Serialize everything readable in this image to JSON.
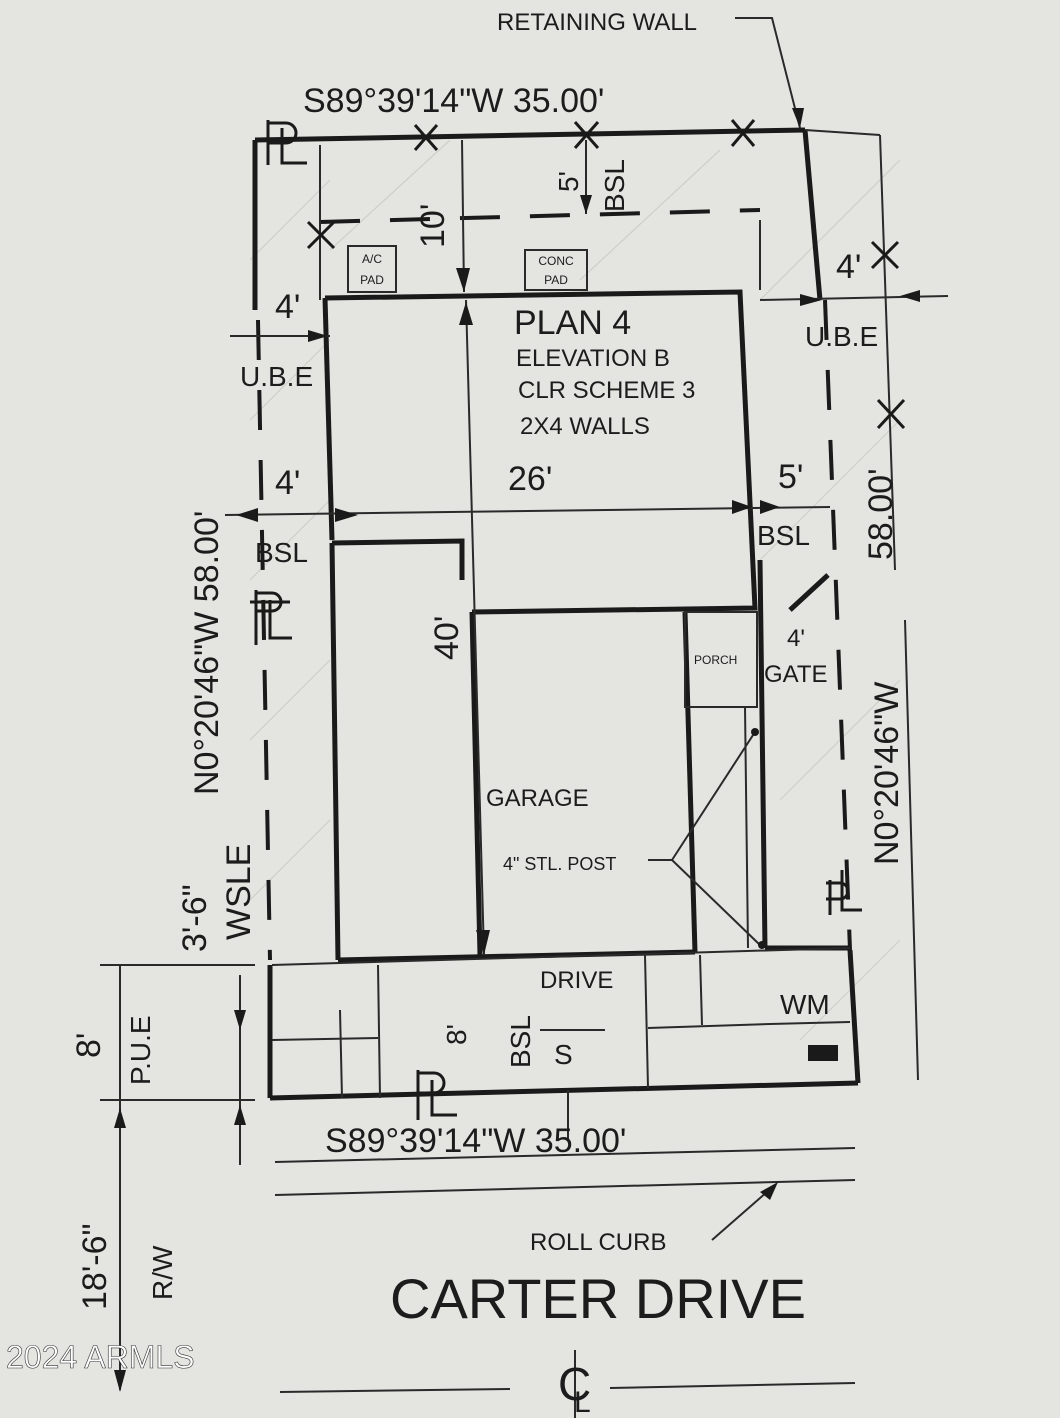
{
  "labels": {
    "retaining_wall": "RETAINING WALL",
    "top_bearing": "S89°39'14\"W  35.00'",
    "bottom_bearing": "S89°39'14\"W  35.00'",
    "left_bearing": "N0°20'46\"W  58.00'",
    "right_bearing": "N0°20'46\"W",
    "right_distance": "58.00'",
    "dim_10": "10'",
    "dim_5_top": "5'",
    "bsl_top": "BSL",
    "ac_pad_1": "A/C",
    "ac_pad_2": "PAD",
    "conc_pad_1": "CONC",
    "conc_pad_2": "PAD",
    "dim_4_left_top": "4'",
    "dim_4_right_top": "4'",
    "ube_left": "U.B.E",
    "ube_right": "U.B.E",
    "plan": "PLAN 4",
    "elevation": "ELEVATION B",
    "color_scheme": "CLR SCHEME 3",
    "walls": "2X4 WALLS",
    "dim_26": "26'",
    "dim_4_left_mid": "4'",
    "dim_5_right": "5'",
    "bsl_left": "BSL",
    "bsl_right": "BSL",
    "dim_40": "40'",
    "porch": "PORCH",
    "gate_dim": "4'",
    "gate": "GATE",
    "garage": "GARAGE",
    "steel_post": "4\" STL. POST",
    "dim_3_6": "3'-6\"",
    "wsle": "WSLE",
    "drive": "DRIVE",
    "wm": "WM",
    "dim_8_left": "8'",
    "pue": "P.U.E",
    "dim_8_mid": "8'",
    "bsl_bottom": "BSL",
    "s_mark": "S",
    "dim_18_6": "18'-6\"",
    "rw": "R/W",
    "roll_curb": "ROLL CURB",
    "street": "CARTER DRIVE",
    "centerline": "C",
    "centerline_sub": "L",
    "watermark": "2024 ARMLS"
  }
}
